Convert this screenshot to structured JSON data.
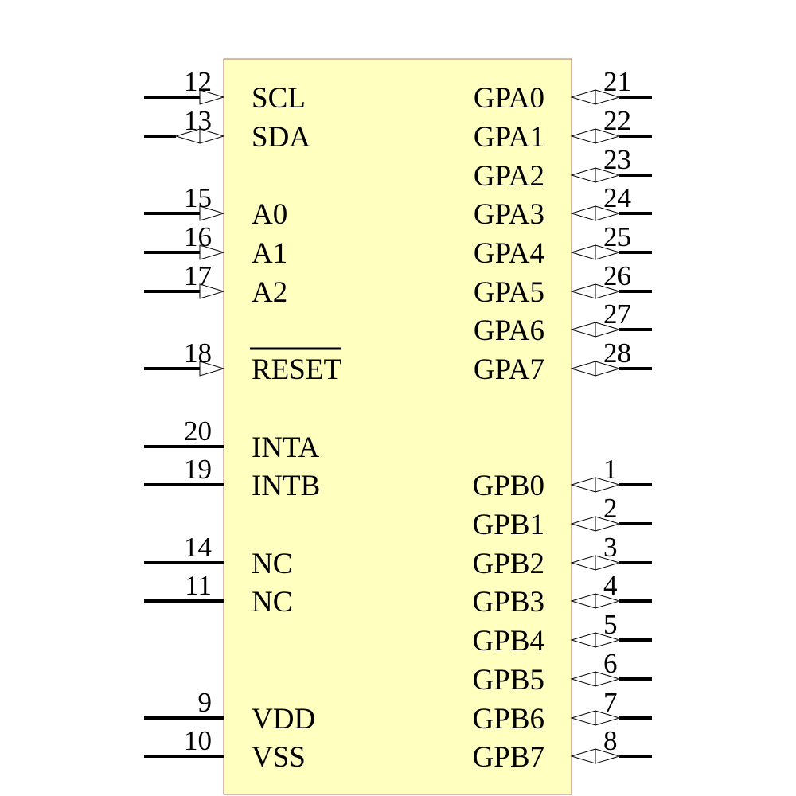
{
  "colors": {
    "body_fill": "#ffffc0",
    "body_stroke": "#b07070",
    "line": "#000000",
    "arrow_fill": "#ffffff"
  },
  "left_pins": [
    {
      "number": "12",
      "label": "SCL",
      "arrow": "input",
      "overbar": false
    },
    {
      "number": "13",
      "label": "SDA",
      "arrow": "bidirectional",
      "overbar": false
    },
    {
      "number": "15",
      "label": "A0",
      "arrow": "input",
      "overbar": false
    },
    {
      "number": "16",
      "label": "A1",
      "arrow": "input",
      "overbar": false
    },
    {
      "number": "17",
      "label": "A2",
      "arrow": "input",
      "overbar": false
    },
    {
      "number": "18",
      "label": "RESET",
      "arrow": "input",
      "overbar": true
    },
    {
      "number": "20",
      "label": "INTA",
      "arrow": "none",
      "overbar": false
    },
    {
      "number": "19",
      "label": "INTB",
      "arrow": "none",
      "overbar": false
    },
    {
      "number": "14",
      "label": "NC",
      "arrow": "none",
      "overbar": false
    },
    {
      "number": "11",
      "label": "NC",
      "arrow": "none",
      "overbar": false
    },
    {
      "number": "9",
      "label": "VDD",
      "arrow": "none",
      "overbar": false
    },
    {
      "number": "10",
      "label": "VSS",
      "arrow": "none",
      "overbar": false
    }
  ],
  "right_pins": [
    {
      "number": "21",
      "label": "GPA0",
      "arrow": "bidirectional"
    },
    {
      "number": "22",
      "label": "GPA1",
      "arrow": "bidirectional"
    },
    {
      "number": "23",
      "label": "GPA2",
      "arrow": "bidirectional"
    },
    {
      "number": "24",
      "label": "GPA3",
      "arrow": "bidirectional"
    },
    {
      "number": "25",
      "label": "GPA4",
      "arrow": "bidirectional"
    },
    {
      "number": "26",
      "label": "GPA5",
      "arrow": "bidirectional"
    },
    {
      "number": "27",
      "label": "GPA6",
      "arrow": "bidirectional"
    },
    {
      "number": "28",
      "label": "GPA7",
      "arrow": "bidirectional"
    },
    {
      "number": "1",
      "label": "GPB0",
      "arrow": "bidirectional"
    },
    {
      "number": "2",
      "label": "GPB1",
      "arrow": "bidirectional"
    },
    {
      "number": "3",
      "label": "GPB2",
      "arrow": "bidirectional"
    },
    {
      "number": "4",
      "label": "GPB3",
      "arrow": "bidirectional"
    },
    {
      "number": "5",
      "label": "GPB4",
      "arrow": "bidirectional"
    },
    {
      "number": "6",
      "label": "GPB5",
      "arrow": "bidirectional"
    },
    {
      "number": "7",
      "label": "GPB6",
      "arrow": "bidirectional"
    },
    {
      "number": "8",
      "label": "GPB7",
      "arrow": "bidirectional"
    }
  ]
}
